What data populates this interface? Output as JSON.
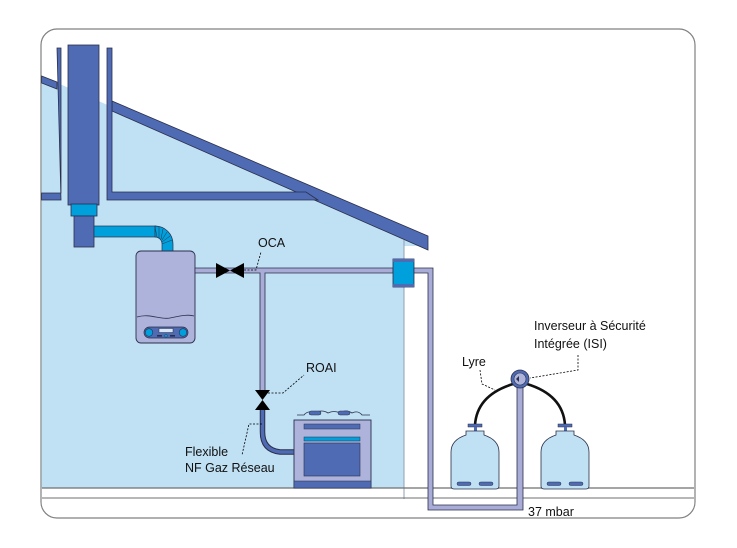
{
  "diagram": {
    "title": "Installation gaz propane en bouteilles",
    "labels": {
      "oca": "OCA",
      "roai": "ROAI",
      "flexible_line1": "Flexible",
      "flexible_line2": "NF Gaz Réseau",
      "lyre": "Lyre",
      "inverseur_line1": "Inverseur à Sécurité",
      "inverseur_line2": "Intégrée (ISI)",
      "pressure": "37 mbar"
    },
    "components": [
      {
        "id": "chimney",
        "name": "Conduit de fumée"
      },
      {
        "id": "boiler",
        "name": "Chaudière murale"
      },
      {
        "id": "oca-valve",
        "name": "OCA"
      },
      {
        "id": "roai-valve",
        "name": "ROAI"
      },
      {
        "id": "oven",
        "name": "Cuisinière"
      },
      {
        "id": "wall-box",
        "name": "Traversée de mur"
      },
      {
        "id": "inverter",
        "name": "Inverseur à Sécurité Intégrée (ISI)"
      },
      {
        "id": "bottle-left",
        "name": "Bouteille gaz"
      },
      {
        "id": "bottle-right",
        "name": "Bouteille gaz"
      }
    ],
    "colors": {
      "house_fill": "#c0e0f4",
      "structure_blue": "#4f6bb3",
      "flue_cyan": "#00a0dc",
      "boiler_lavender": "#adb3db",
      "pipe_lavender": "#a8acd6",
      "outline": "#2a2f4a",
      "frame": "#7a7a7a"
    }
  }
}
